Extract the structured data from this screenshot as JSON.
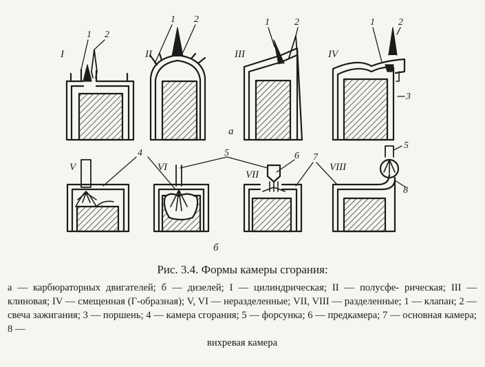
{
  "figure": {
    "group_labels": {
      "a": "а",
      "b": "б"
    },
    "roman": [
      "I",
      "II",
      "III",
      "IV",
      "V",
      "VI",
      "VII",
      "VIII"
    ],
    "numbers": [
      "1",
      "2",
      "3",
      "4",
      "5",
      "6",
      "7",
      "8"
    ]
  },
  "caption": {
    "title": "Рис. 3.4. Формы камеры сгорания:",
    "legend_lines": [
      "а — карбюраторных двигателей; б — дизелей; I — цилиндрическая; II — полусфе-",
      "рическая; III — клиновая; IV — смещенная (Г-образная); V, VI — неразделенные;",
      "VII, VIII — разделенные; 1 — клапан; 2 — свеча зажигания; 3 — поршень; 4 —",
      "камера сгорания; 5 — форсунка; 6 — предкамера; 7 — основная камера; 8 —",
      "вихревая камера"
    ]
  }
}
